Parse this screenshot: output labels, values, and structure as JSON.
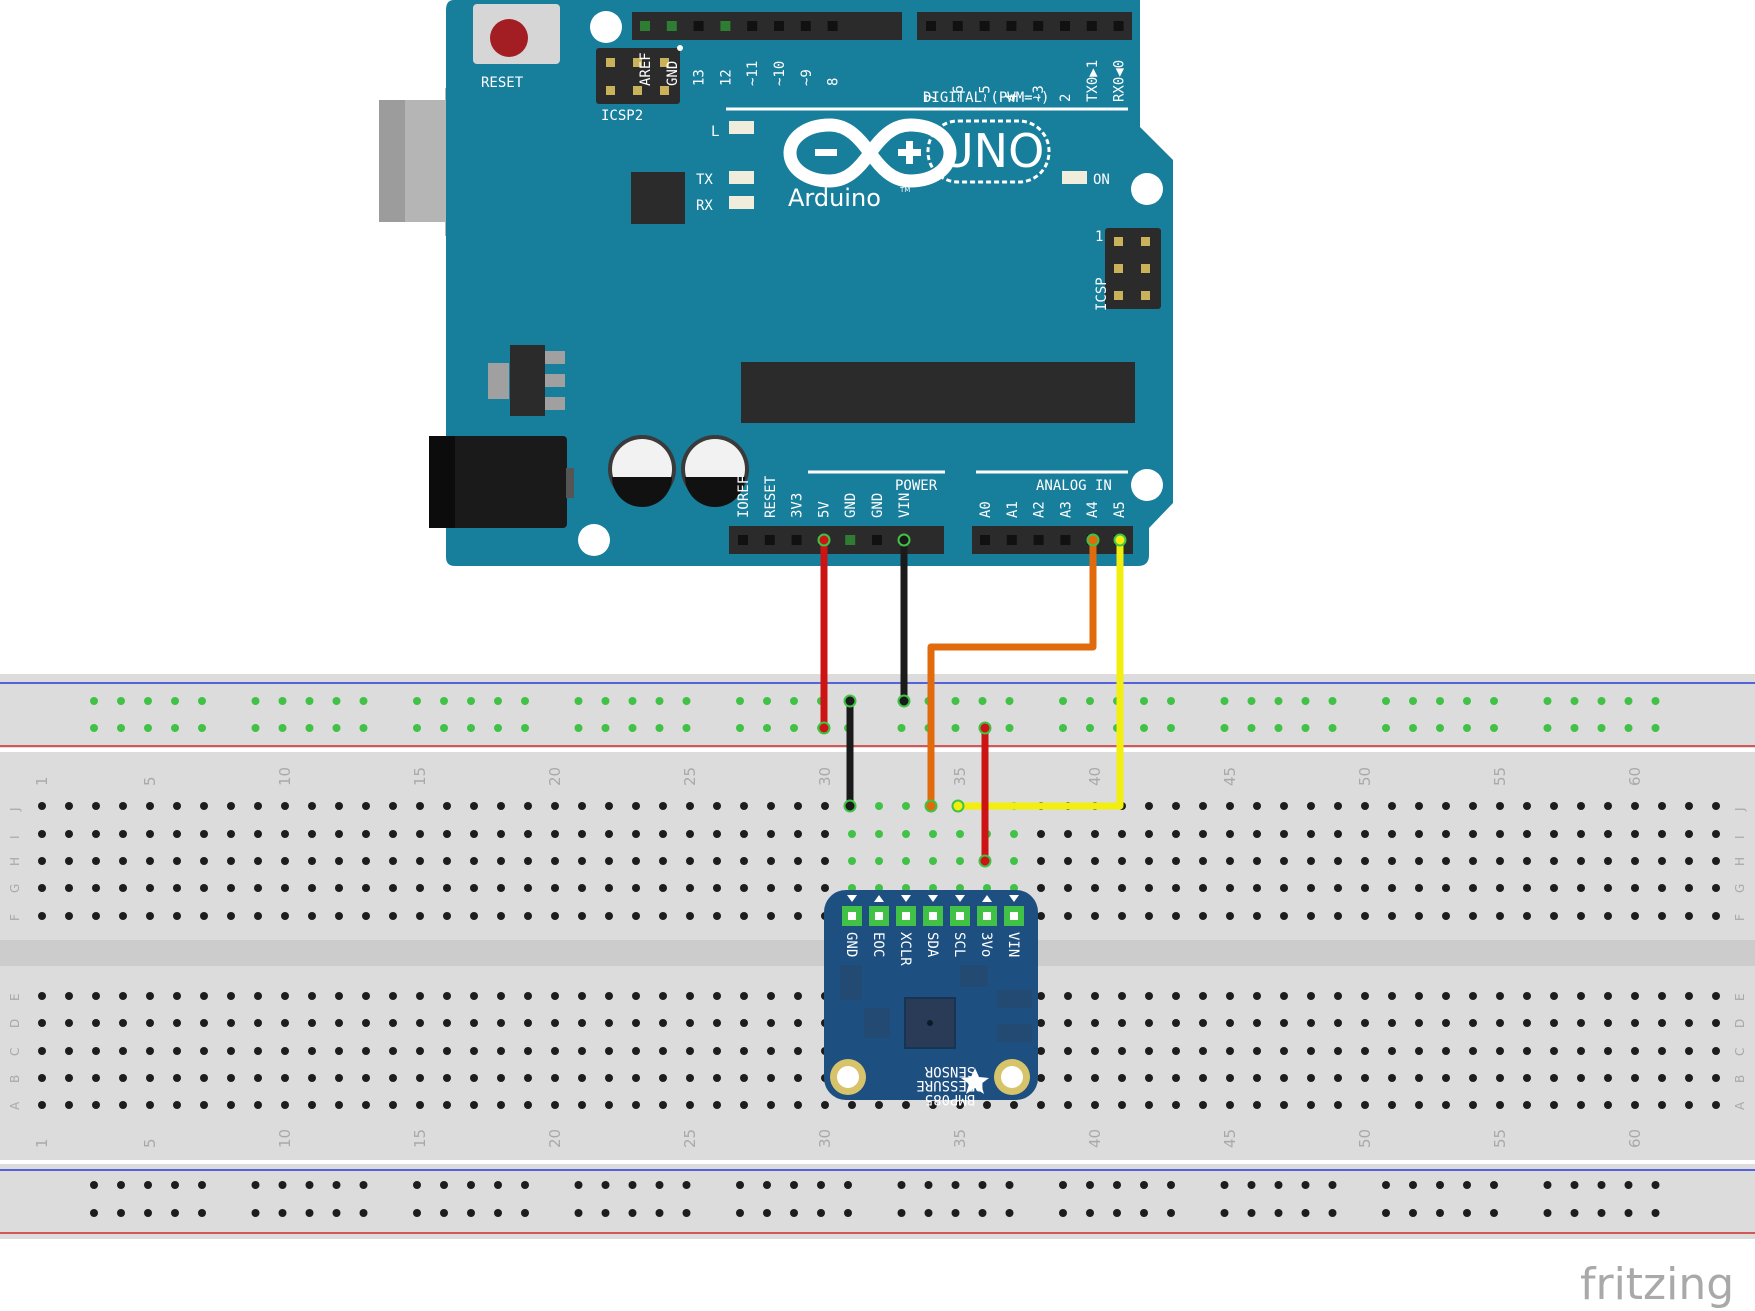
{
  "colors": {
    "board": "#177e9c",
    "board_dark": "#12677f",
    "breadboard": "#dcdcdc",
    "rail_blue": "#2a3bd6",
    "rail_red": "#d12a2a",
    "wire_red": "#cc1414",
    "wire_black": "#1a1a1a",
    "wire_orange": "#e06a0c",
    "wire_yellow": "#f2ee0e",
    "sensor": "#1d4f80",
    "hole_green": "#41c246"
  },
  "arduino": {
    "reset_label": "RESET",
    "icsp2_label": "ICSP2",
    "icsp_label": "ICSP",
    "icsp_pin1": "1",
    "uno_label": "UNO",
    "brand": "Arduino",
    "trademark": "TM",
    "digital_label": "DIGITAL (PWM=~)",
    "led_l": "L",
    "led_tx": "TX",
    "led_rx": "RX",
    "led_on": "ON",
    "power_label": "POWER",
    "analog_label": "ANALOG IN",
    "top_pins_left": [
      "AREF",
      "GND",
      "13",
      "12",
      "~11",
      "~10",
      "~9",
      "8"
    ],
    "top_pins_right": [
      "7",
      "~6",
      "~5",
      "4",
      "~3",
      "2",
      "TX0▶1",
      "RX0◀0"
    ],
    "power_pins": [
      "IOREF",
      "RESET",
      "3V3",
      "5V",
      "GND",
      "GND",
      "VIN"
    ],
    "analog_pins": [
      "A0",
      "A1",
      "A2",
      "A3",
      "A4",
      "A5"
    ]
  },
  "breadboard": {
    "column_numbers": [
      "1",
      "5",
      "10",
      "15",
      "20",
      "25",
      "30",
      "35",
      "40",
      "45",
      "50",
      "55",
      "60"
    ],
    "rows_top": [
      "J",
      "I",
      "H",
      "G",
      "F"
    ],
    "rows_bottom": [
      "E",
      "D",
      "C",
      "B",
      "A"
    ]
  },
  "sensor": {
    "pins": [
      "GND",
      "EOC",
      "XCLR",
      "SDA",
      "SCL",
      "3Vo",
      "VIN"
    ],
    "name_line1": "BMP085",
    "name_line2": "PRESSURE",
    "name_line3": "SENSOR"
  },
  "watermark": "fritzing"
}
